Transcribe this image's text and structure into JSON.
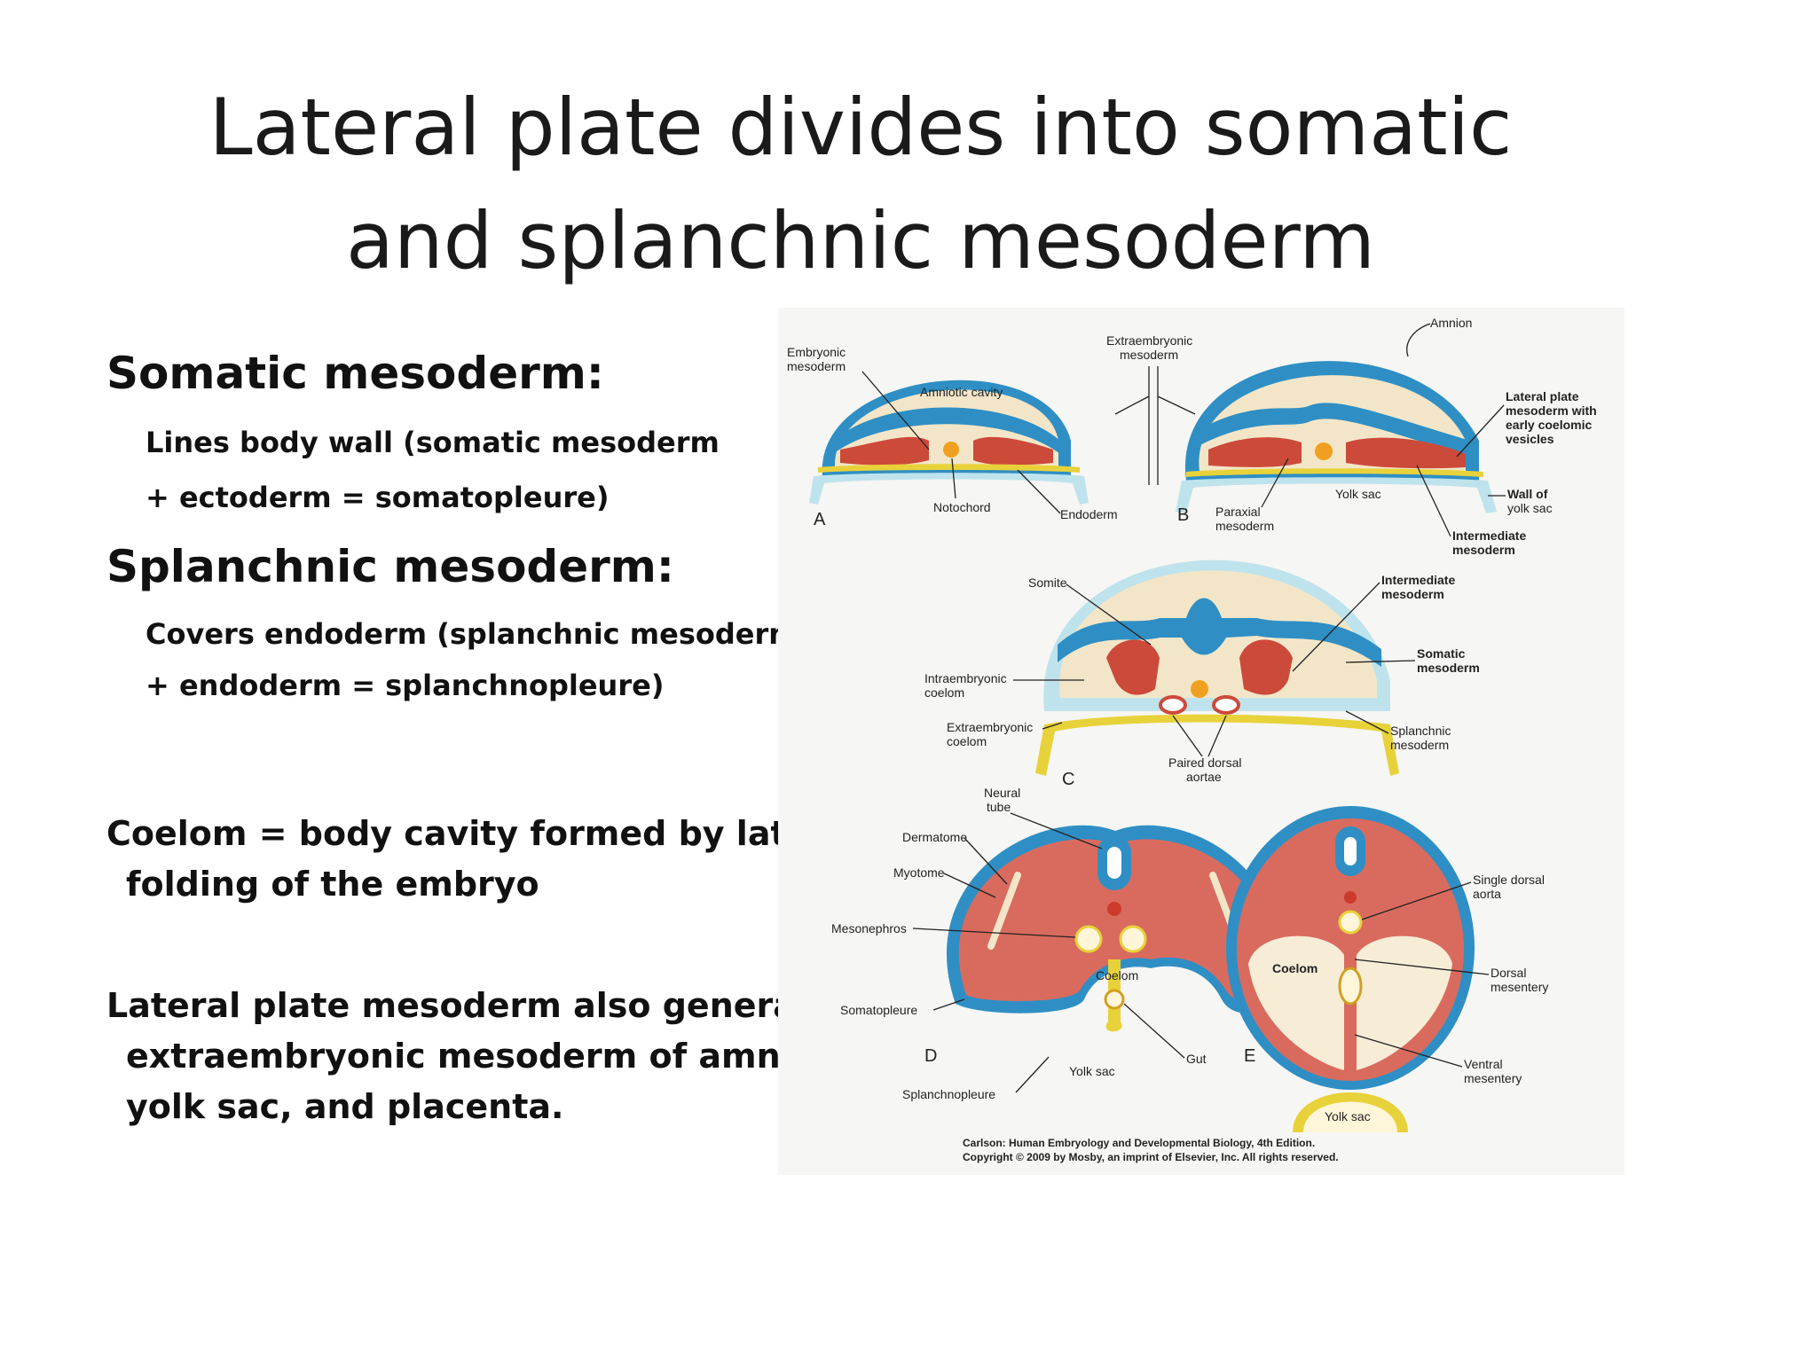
{
  "title": {
    "line1": "Lateral plate divides into somatic",
    "line2": "and splanchnic mesoderm"
  },
  "somatic": {
    "heading": "Somatic mesoderm:",
    "line1": "Lines body wall (somatic mesoderm",
    "line2": "+ ectoderm = somatopleure)"
  },
  "splanchnic": {
    "heading": "Splanchnic mesoderm:",
    "line1": "Covers endoderm (splanchnic mesoderm",
    "line2": "+ endoderm = splanchnopleure)"
  },
  "coelom": {
    "line1": "Coelom = body cavity formed by lateral",
    "line2": "folding of the embryo"
  },
  "lateral": {
    "line1": "Lateral plate mesoderm also generates",
    "line2": "extraembryonic mesoderm of amnion,",
    "line3": "yolk sac, and placenta."
  },
  "figure": {
    "colors": {
      "ectoderm": "#2f8fc4",
      "mesoderm": "#cc4a3a",
      "endoderm": "#e8d23a",
      "tissue": "#f3e6c8",
      "coelom_fill": "#f7ecd6",
      "notochord": "#f0a020",
      "body": "#d96b5e"
    },
    "labels": {
      "embryonic_mesoderm_1": "Embryonic",
      "embryonic_mesoderm_2": "mesoderm",
      "amniotic_cavity": "Amniotic cavity",
      "extraembryonic_mesoderm_1": "Extraembryonic",
      "extraembryonic_mesoderm_2": "mesoderm",
      "amnion": "Amnion",
      "lateral_plate_1": "Lateral plate",
      "lateral_plate_2": "mesoderm with",
      "lateral_plate_3": "early coelomic",
      "lateral_plate_4": "vesicles",
      "notochord": "Notochord",
      "endoderm": "Endoderm",
      "paraxial_1": "Paraxial",
      "paraxial_2": "mesoderm",
      "yolk_sac_b": "Yolk sac",
      "wall_yolk_1": "Wall of",
      "wall_yolk_2": "yolk sac",
      "intermediate_b_1": "Intermediate",
      "intermediate_b_2": "mesoderm",
      "somite": "Somite",
      "intermediate_c_1": "Intermediate",
      "intermediate_c_2": "mesoderm",
      "intraembryonic_1": "Intraembryonic",
      "intraembryonic_2": "coelom",
      "somatic_1": "Somatic",
      "somatic_2": "mesoderm",
      "extraembryonic_coelom_1": "Extraembryonic",
      "extraembryonic_coelom_2": "coelom",
      "splanchnic_1": "Splanchnic",
      "splanchnic_2": "mesoderm",
      "paired_1": "Paired dorsal",
      "paired_2": "aortae",
      "neural_1": "Neural",
      "neural_2": "tube",
      "dermatome": "Dermatome",
      "myotome": "Myotome",
      "mesonephros": "Mesonephros",
      "coelom_d": "Coelom",
      "somatopleure": "Somatopleure",
      "gut": "Gut",
      "yolk_sac_d": "Yolk sac",
      "splanchnopleure": "Splanchnopleure",
      "single_aorta_1": "Single dorsal",
      "single_aorta_2": "aorta",
      "coelom_e": "Coelom",
      "dorsal_mes_1": "Dorsal",
      "dorsal_mes_2": "mesentery",
      "ventral_mes_1": "Ventral",
      "ventral_mes_2": "mesentery",
      "yolk_sac_e": "Yolk sac"
    },
    "letters": {
      "a": "A",
      "b": "B",
      "c": "C",
      "d": "D",
      "e": "E"
    },
    "caption": {
      "line1": "Carlson: Human Embryology and Developmental Biology, 4th Edition.",
      "line2": "Copyright © 2009 by Mosby, an imprint of Elsevier, Inc. All rights reserved."
    }
  }
}
